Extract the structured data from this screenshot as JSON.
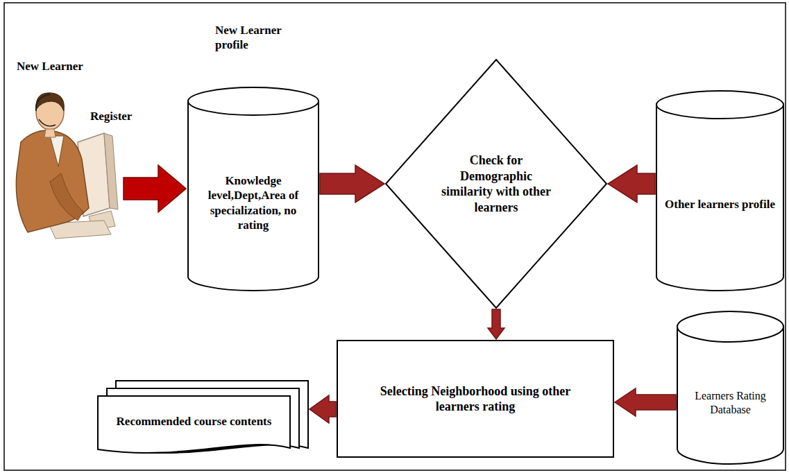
{
  "diagram": {
    "nodes": [
      {
        "text": [
          "New Learner profile",
          "Knowledge level,Dept,Area of specialization, no rating"
        ]
      },
      {
        "text": [
          "Check for Demographic similarity with other learners"
        ]
      },
      {
        "text": [
          "Other learners profile"
        ]
      },
      {
        "text": [
          "Selecting Neighborhood using other learners rating"
        ]
      },
      {
        "text": [
          "Learners Rating Database"
        ]
      },
      {
        "text": [
          "Recommended course contents"
        ]
      }
    ],
    "edges": [
      {
        "from": 0,
        "to": 1,
        "arrow": "to"
      },
      {
        "from": 2,
        "to": 1,
        "arrow": "to"
      },
      {
        "from": 1,
        "to": 3,
        "arrow": "to"
      },
      {
        "from": 4,
        "to": 3,
        "arrow": "to"
      },
      {
        "from": 3,
        "to": 5,
        "arrow": "to"
      }
    ],
    "labels": [
      "New Learner",
      "Register"
    ]
  }
}
